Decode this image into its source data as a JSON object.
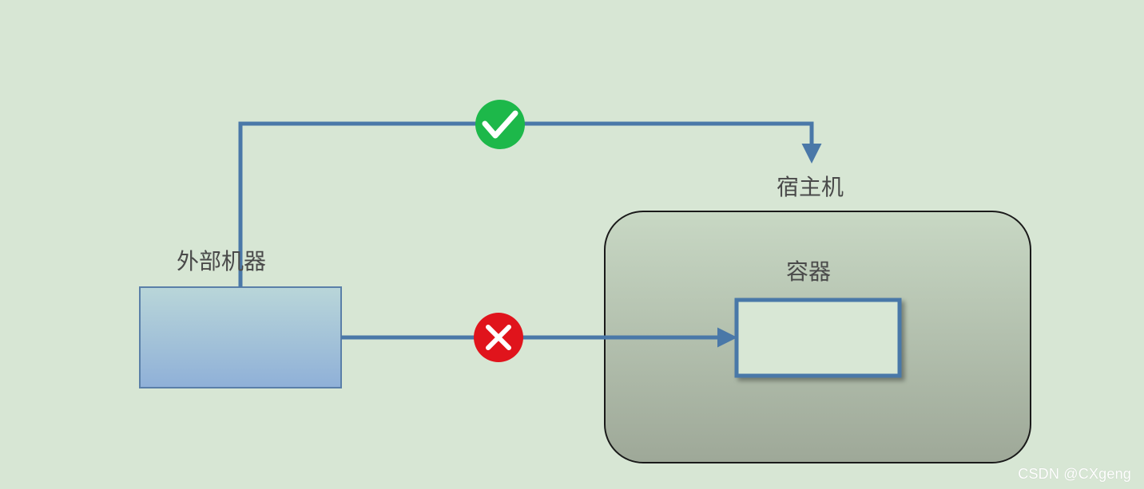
{
  "labels": {
    "external_machine": "外部机器",
    "host": "宿主机",
    "container": "容器"
  },
  "watermark": "CSDN @CXgeng",
  "colors": {
    "background": "#d7e6d4",
    "arrow": "#4a78a8",
    "allowed_badge": "#1db84a",
    "blocked_badge": "#e0141c",
    "host_top": "#c8d8c4",
    "host_bottom": "#9ea898",
    "external_top": "#b9d6d9",
    "external_bottom": "#8fb0d8",
    "container_fill": "#d8e7d5"
  },
  "icons": {
    "allowed": "check-icon",
    "blocked": "cross-icon"
  }
}
